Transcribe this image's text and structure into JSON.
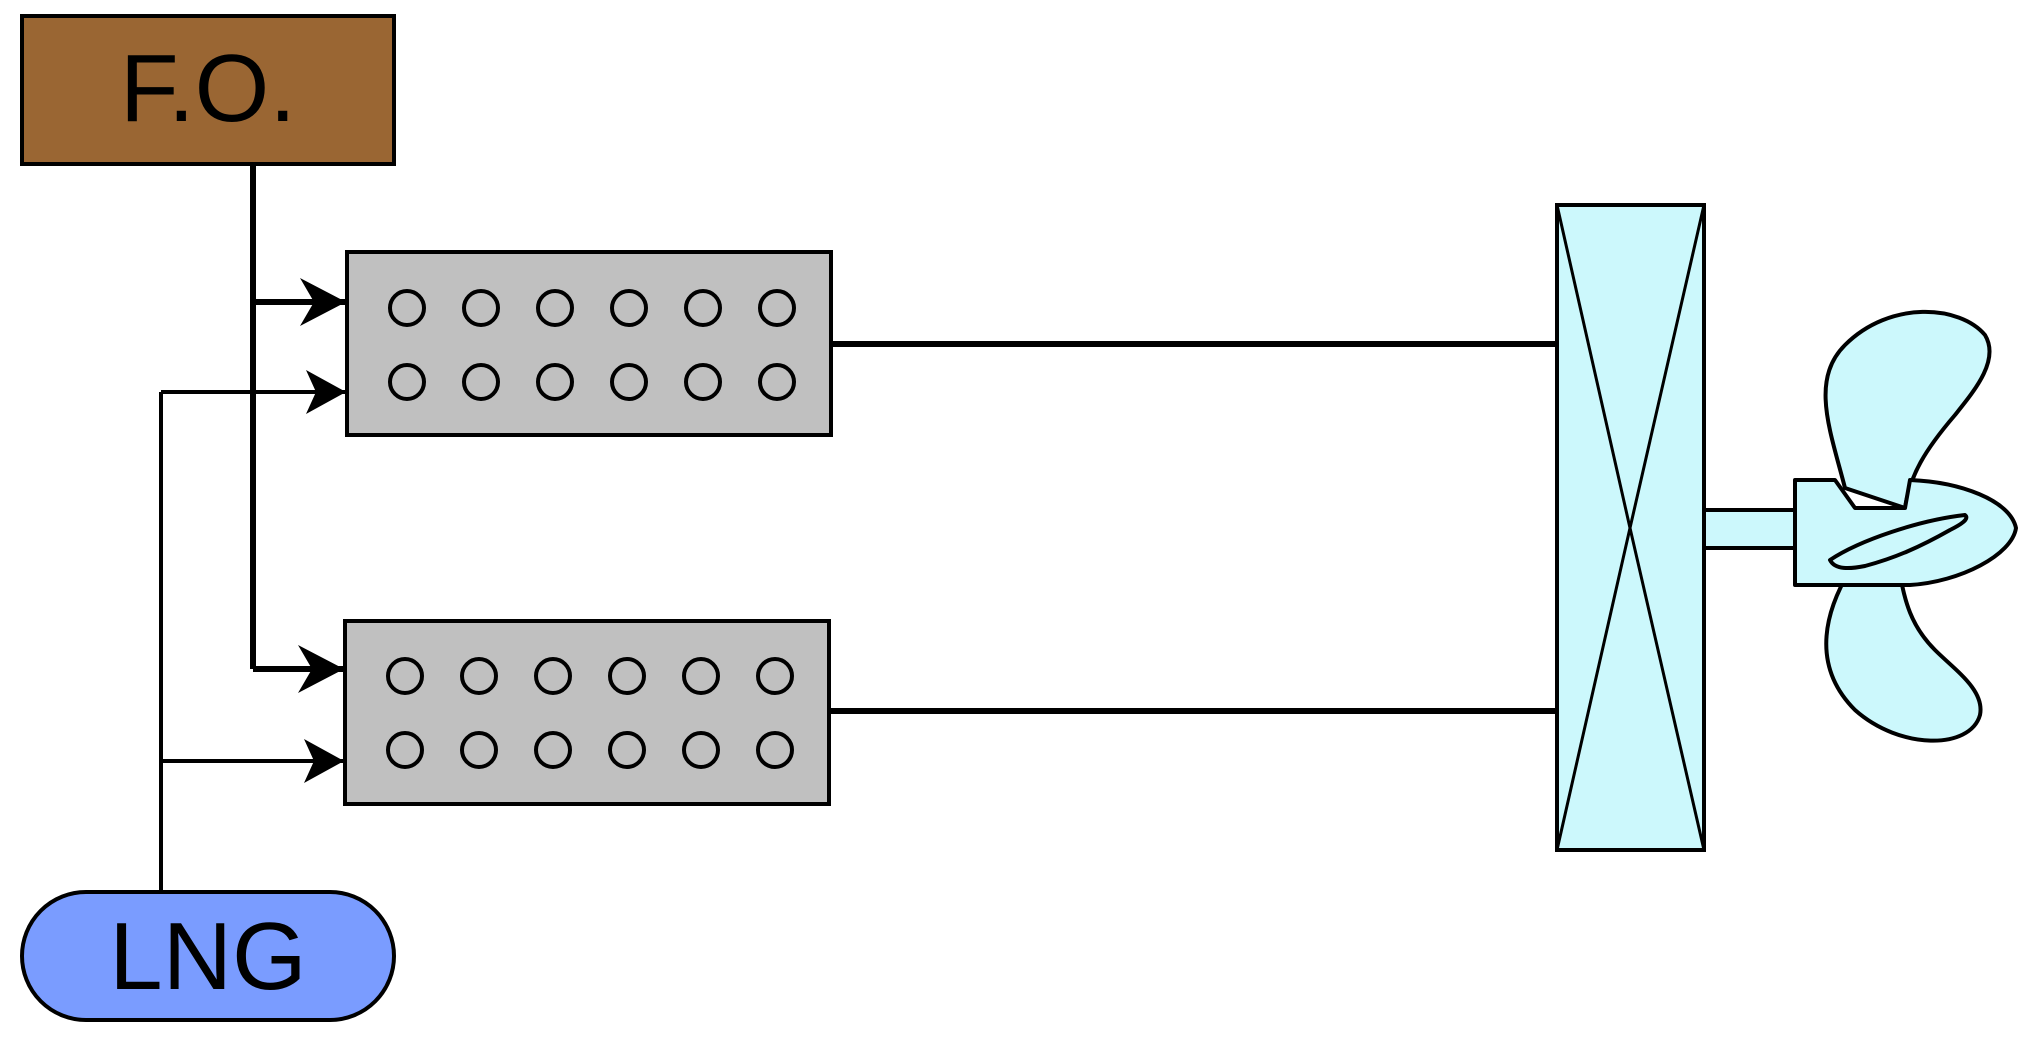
{
  "fuel_oil": {
    "label": "F.O.",
    "color": "#9A6633"
  },
  "lng": {
    "label": "LNG",
    "color": "#7A9CFF"
  },
  "engines": [
    {
      "name": "upper-engine",
      "cylinder_rows": 2,
      "cylinders_per_row": 6
    },
    {
      "name": "lower-engine",
      "cylinder_rows": 2,
      "cylinders_per_row": 6
    }
  ],
  "colors": {
    "engine_fill": "#C0C0C0",
    "gearbox_fill": "#CCF8FC",
    "propeller_fill": "#CCF8FC",
    "line": "#000000"
  },
  "icons": {
    "gearbox": "reduction-gearbox-icon",
    "propeller": "propeller-icon"
  }
}
